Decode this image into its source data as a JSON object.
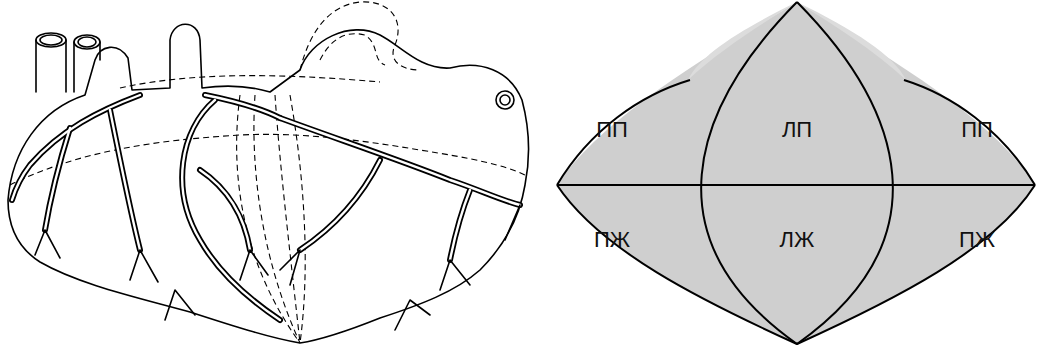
{
  "diagram": {
    "labels": [
      "ПП",
      "ЛП",
      "ПП",
      "ПЖ",
      "ЛЖ",
      "ПЖ"
    ]
  }
}
